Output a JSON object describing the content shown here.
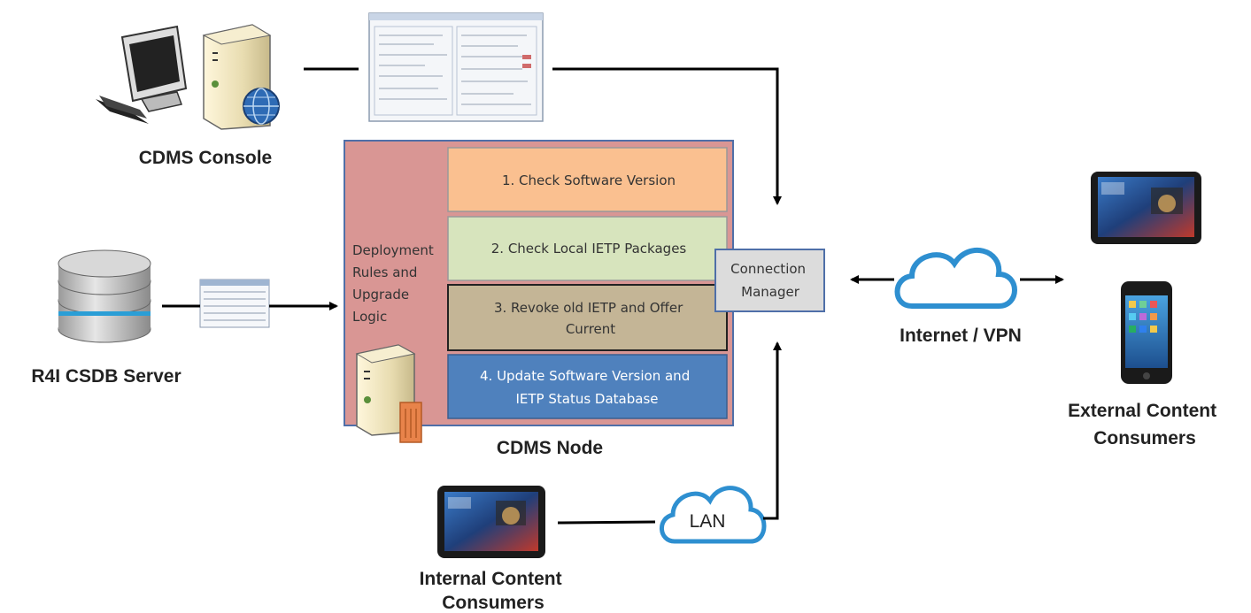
{
  "labels": {
    "cdms_console": "CDMS Console",
    "csdb_server": "R4I CSDB Server",
    "cdms_node": "CDMS Node",
    "internet_vpn": "Internet / VPN",
    "lan": "LAN",
    "external_line1": "External Content",
    "external_line2": "Consumers",
    "internal_line1": "Internal Content",
    "internal_line2": "Consumers"
  },
  "node": {
    "side_lines": [
      "Deployment",
      "Rules and",
      "Upgrade",
      "Logic"
    ],
    "steps": [
      {
        "lines": [
          "1. Check Software  Version"
        ],
        "fill": "#fac090",
        "text_color": "#333333"
      },
      {
        "lines": [
          "2. Check Local IETP Packages"
        ],
        "fill": "#d7e4bd",
        "text_color": "#333333"
      },
      {
        "lines": [
          "3. Revoke old IETP and Offer",
          "Current"
        ],
        "fill": "#c4b596",
        "text_color": "#333333"
      },
      {
        "lines": [
          "4. Update Software Version and",
          "IETP Status Database"
        ],
        "fill": "#4f81bd",
        "text_color": "#ffffff"
      }
    ]
  },
  "connection_manager": {
    "lines": [
      "Connection",
      "Manager"
    ]
  },
  "colors": {
    "node_fill": "#d99694",
    "node_border": "#4f6fa8",
    "cloud_stroke": "#2e8fd0",
    "tablet_frame": "#1a1a1a"
  },
  "icons": {
    "console": "desktop-computer-and-server-icon",
    "csdb": "database-server-icon",
    "tablet": "tablet-icon",
    "phone": "smartphone-icon",
    "cloud": "cloud-icon"
  }
}
